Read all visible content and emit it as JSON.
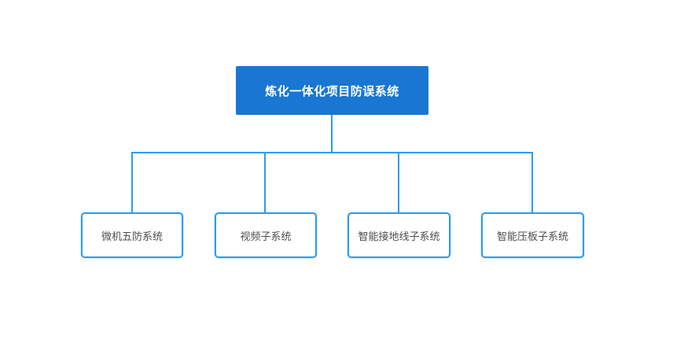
{
  "diagram": {
    "type": "org-chart",
    "root": {
      "label": "炼化一体化项目防误系统"
    },
    "children": [
      {
        "label": "微机五防系统"
      },
      {
        "label": "视频子系统"
      },
      {
        "label": "智能接地线子系统"
      },
      {
        "label": "智能压板子系统"
      }
    ],
    "colors": {
      "root_fill": "#1976D2",
      "root_text": "#FFFFFF",
      "connector": "#2E9BF0",
      "child_border": "#2E9BF0",
      "child_text": "#4D4D4D",
      "background": "#FFFFFF"
    }
  }
}
